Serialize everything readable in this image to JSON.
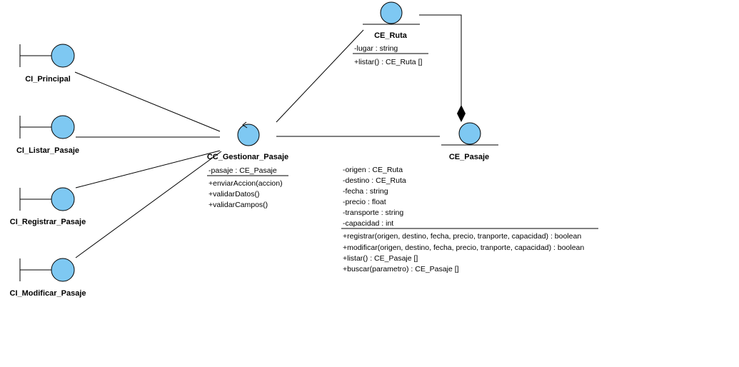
{
  "colors": {
    "entity_fill": "#7ec8f2",
    "line": "#000000",
    "background": "#ffffff"
  },
  "boundaries": [
    {
      "id": "ci-principal",
      "name": "CI_Principal",
      "icon": "boundary-icon"
    },
    {
      "id": "ci-listar-pasaje",
      "name": "CI_Listar_Pasaje",
      "icon": "boundary-icon"
    },
    {
      "id": "ci-registrar-pasaje",
      "name": "CI_Registrar_Pasaje",
      "icon": "boundary-icon"
    },
    {
      "id": "ci-modificar-pasaje",
      "name": "CI_Modificar_Pasaje",
      "icon": "boundary-icon"
    }
  ],
  "control": {
    "name": "CC_Gestionar_Pasaje",
    "icon": "control-icon",
    "attributes": [
      "-pasaje : CE_Pasaje"
    ],
    "operations": [
      "+enviarAccion(accion)",
      "+validarDatos()",
      "+validarCampos()"
    ]
  },
  "entity_ruta": {
    "name": "CE_Ruta",
    "icon": "entity-icon",
    "attributes": [
      "-lugar : string"
    ],
    "operations": [
      "+listar() : CE_Ruta []"
    ]
  },
  "entity_pasaje": {
    "name": "CE_Pasaje",
    "icon": "entity-icon",
    "attributes": [
      "-origen : CE_Ruta",
      "-destino : CE_Ruta",
      "-fecha : string",
      "-precio : float",
      "-transporte : string",
      "-capacidad : int"
    ],
    "operations": [
      "+registrar(origen, destino, fecha, precio, tranporte, capacidad) : boolean",
      "+modificar(origen, destino, fecha, precio, tranporte, capacidad) : boolean",
      "+listar() : CE_Pasaje []",
      "+buscar(parametro) : CE_Pasaje []"
    ]
  },
  "relations": [
    {
      "from": "CI_Principal",
      "to": "CC_Gestionar_Pasaje",
      "kind": "association"
    },
    {
      "from": "CI_Listar_Pasaje",
      "to": "CC_Gestionar_Pasaje",
      "kind": "association"
    },
    {
      "from": "CI_Registrar_Pasaje",
      "to": "CC_Gestionar_Pasaje",
      "kind": "association"
    },
    {
      "from": "CI_Modificar_Pasaje",
      "to": "CC_Gestionar_Pasaje",
      "kind": "association"
    },
    {
      "from": "CC_Gestionar_Pasaje",
      "to": "CE_Ruta",
      "kind": "association"
    },
    {
      "from": "CC_Gestionar_Pasaje",
      "to": "CE_Pasaje",
      "kind": "association"
    },
    {
      "from": "CE_Ruta",
      "to": "CE_Pasaje",
      "kind": "composition"
    }
  ]
}
